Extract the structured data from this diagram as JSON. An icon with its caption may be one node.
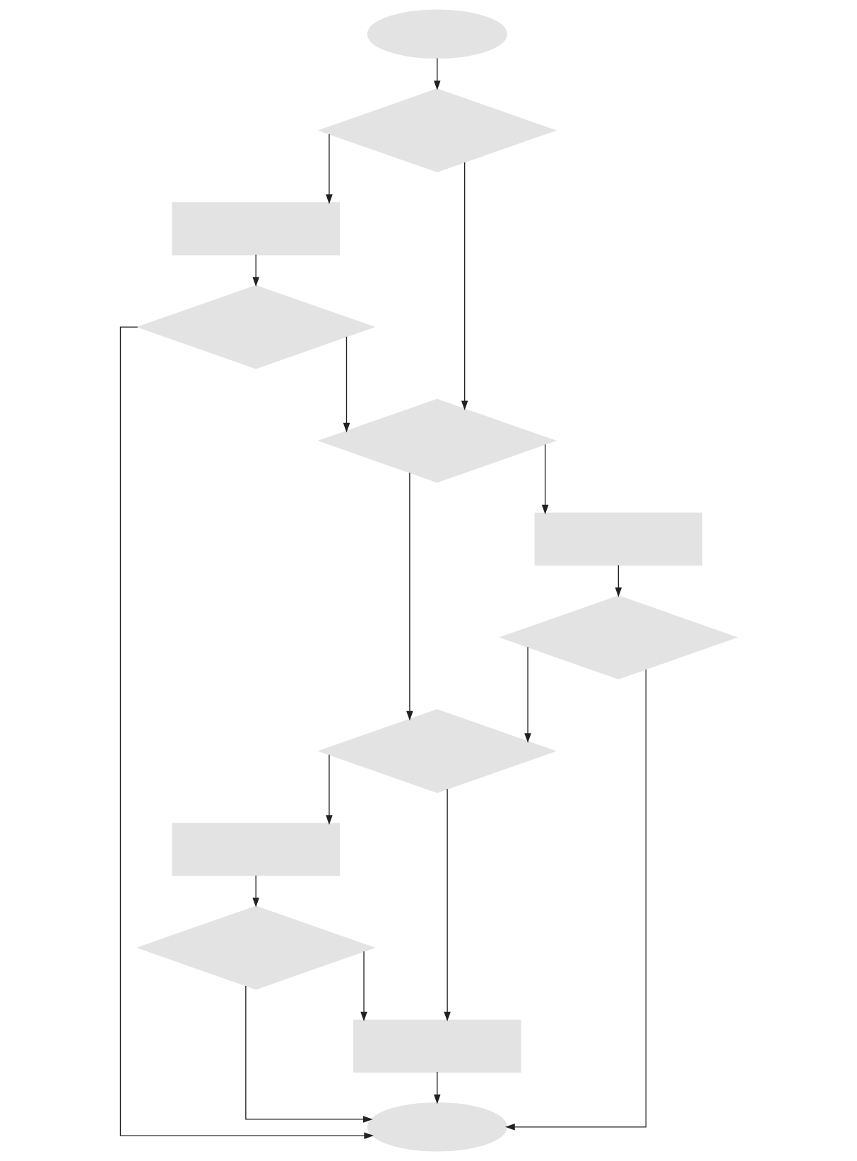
{
  "diagram": {
    "nodes": [
      {
        "text": [],
        "shape": "oval"
      },
      {
        "text": [],
        "shape": "diamond"
      },
      {
        "text": [],
        "shape": "box"
      },
      {
        "text": [],
        "shape": "diamond"
      },
      {
        "text": [],
        "shape": "diamond"
      },
      {
        "text": [],
        "shape": "box"
      },
      {
        "text": [],
        "shape": "diamond"
      },
      {
        "text": [],
        "shape": "diamond"
      },
      {
        "text": [],
        "shape": "box"
      },
      {
        "text": [],
        "shape": "diamond"
      },
      {
        "text": [],
        "shape": "box"
      },
      {
        "text": [],
        "shape": "oval"
      }
    ],
    "edges": [
      {
        "from": 0,
        "to": 1,
        "arrow": "to"
      },
      {
        "from": 1,
        "to": 2,
        "arrow": "to"
      },
      {
        "from": 1,
        "to": 4,
        "arrow": "to"
      },
      {
        "from": 2,
        "to": 3,
        "arrow": "to"
      },
      {
        "from": 3,
        "to": 4,
        "arrow": "to"
      },
      {
        "from": 3,
        "to": 11,
        "arrow": "to"
      },
      {
        "from": 4,
        "to": 5,
        "arrow": "to"
      },
      {
        "from": 4,
        "to": 7,
        "arrow": "to"
      },
      {
        "from": 5,
        "to": 6,
        "arrow": "to"
      },
      {
        "from": 6,
        "to": 7,
        "arrow": "to"
      },
      {
        "from": 6,
        "to": 11,
        "arrow": "to"
      },
      {
        "from": 7,
        "to": 8,
        "arrow": "to"
      },
      {
        "from": 7,
        "to": 10,
        "arrow": "to"
      },
      {
        "from": 8,
        "to": 9,
        "arrow": "to"
      },
      {
        "from": 9,
        "to": 10,
        "arrow": "to"
      },
      {
        "from": 9,
        "to": 11,
        "arrow": "to"
      },
      {
        "from": 10,
        "to": 11,
        "arrow": "to"
      }
    ]
  }
}
